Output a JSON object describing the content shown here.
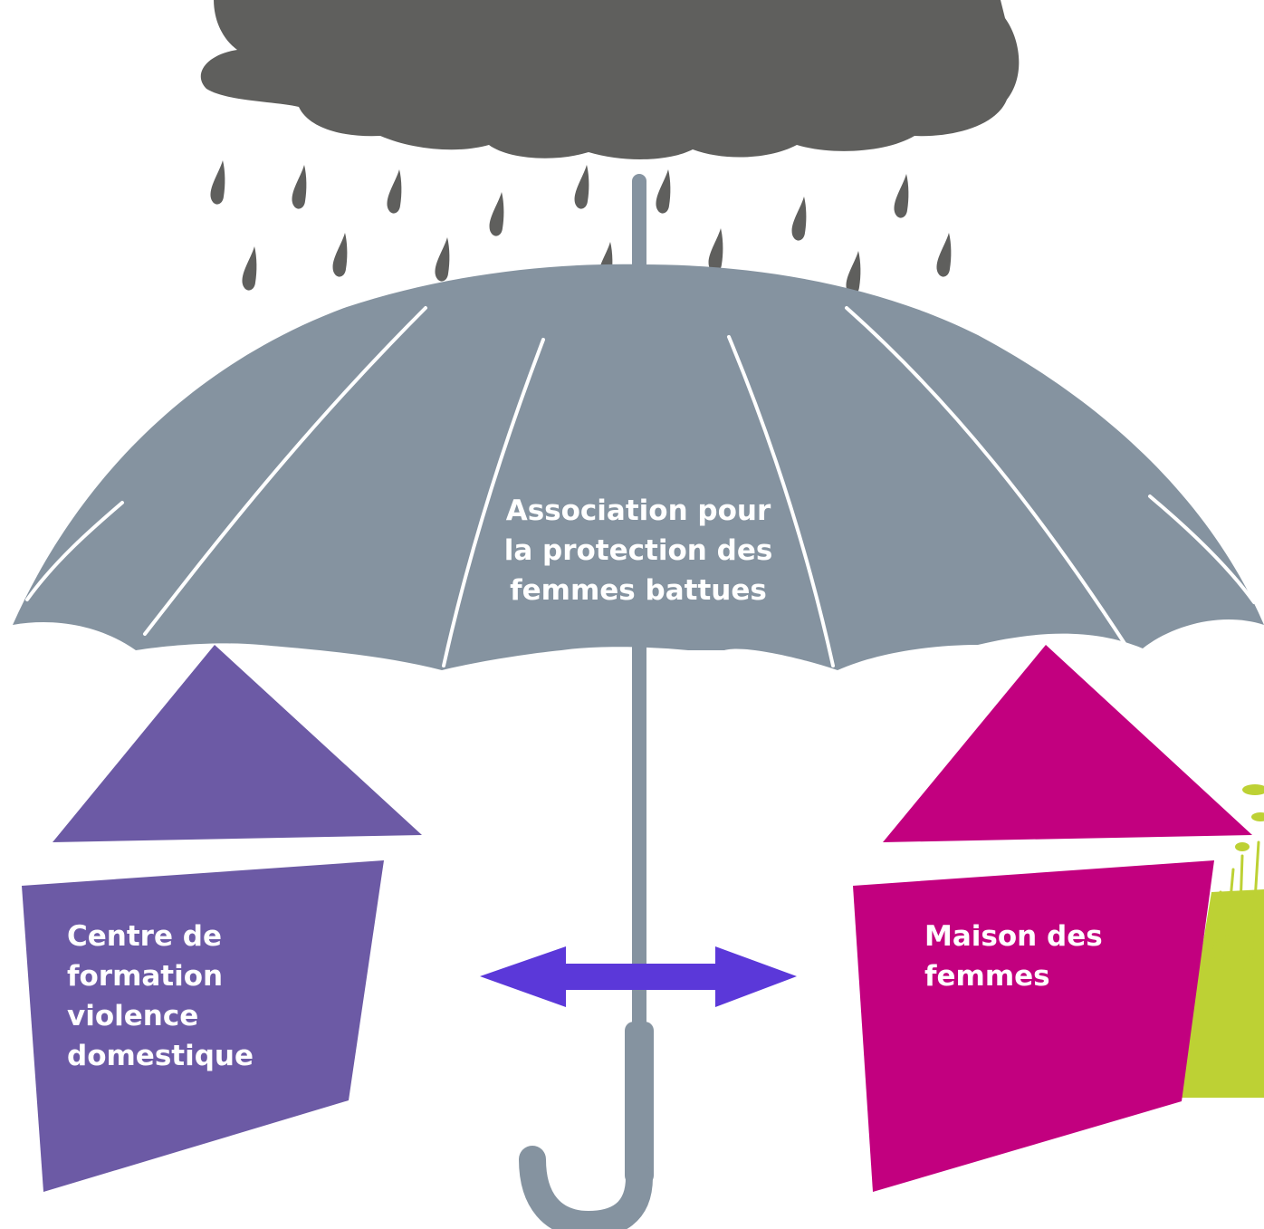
{
  "diagram": {
    "umbrella_label": [
      "Association pour",
      "la protection des",
      "femmes battues"
    ],
    "left_house_label": [
      "Centre de",
      "formation",
      "violence",
      "domestique"
    ],
    "right_house_label": [
      "Maison des",
      "femmes"
    ]
  },
  "colors": {
    "cloud": "#5f5f5d",
    "rain": "#5f5f5d",
    "umbrella": "#8593a0",
    "left_house": "#6c5aa5",
    "right_house": "#c2007f",
    "arrow": "#5b38d9",
    "grass": "#bdd134"
  },
  "icons": {
    "cloud": "cloud-icon",
    "rain": "raindrop-icon",
    "umbrella": "umbrella-icon",
    "arrow": "double-arrow-icon"
  }
}
